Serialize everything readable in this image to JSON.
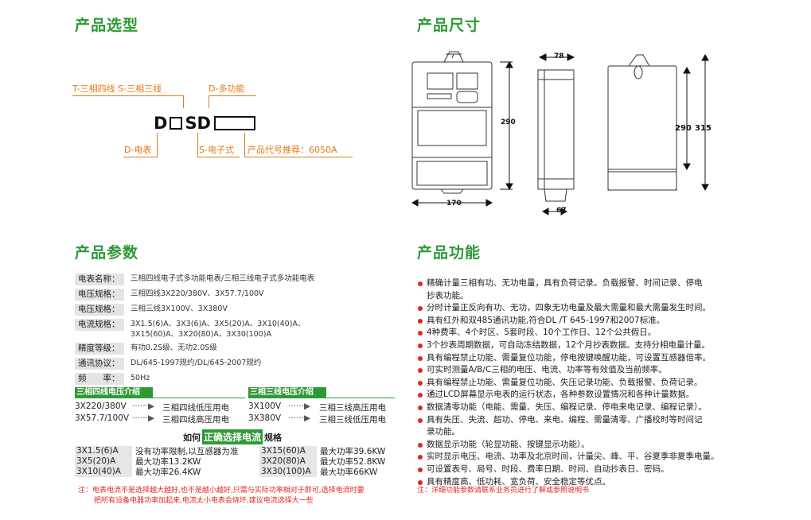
{
  "sections": {
    "selection": "产品选型",
    "dimensions": "产品尺寸",
    "params": "产品参数",
    "functions": "产品功能"
  },
  "model": {
    "wiring_label": "T-三相四线 S-三相三线",
    "multi_label": "D-多功能",
    "code_d1": "D",
    "code_sd": "SD",
    "meter_label": "D-电表",
    "electronic_label": "S-电子式",
    "recommend_label": "产品代号推荐：6050A"
  },
  "dims": {
    "depth_top": "78",
    "height": "290",
    "width": "170",
    "depth_bottom": "67",
    "height2": "290",
    "height3": "315"
  },
  "params": [
    {
      "key": "电表名称：",
      "val": "三相四线电子式多功能电表/三相三线电子式多功能电表"
    },
    {
      "key": "电压规格：",
      "val": "三相四线3X220/380V、3X57.7/100V"
    },
    {
      "key": "电压规格：",
      "val": "三相三线3X100V、3X380V"
    },
    {
      "key": "电流规格：",
      "val": "3X1.5(6)A、3X3(6)A、3X5(20)A、3X10(40)A、",
      "val2": "3X15(60)A、3X20(80)A、3X30(100)A"
    },
    {
      "key": "精度等级：",
      "val": "有功0.2S级、无功2.0S级"
    },
    {
      "key": "通讯协议：",
      "val": "DL/645-1997规约/DL/645-2007规约"
    },
    {
      "key": "频　　率：",
      "val": "50Hz"
    }
  ],
  "voltage_intro": {
    "four_wire_title": "三相四线电压介绍",
    "three_wire_title": "三相三线电压介绍",
    "r1_left_v": "3X220/380V",
    "r1_left_d": "三相四线低压用电",
    "r2_left_v": "3X57.7/100V",
    "r2_left_d": "三相四线高压用电",
    "r1_right_v": "3X100V",
    "r1_right_d": "三相三线高压用电",
    "r2_right_v": "3X380V",
    "r2_right_d": "三相三线低压用电"
  },
  "current_guide": {
    "pre": "如何",
    "highlight": "正确选择电流",
    "post": "规格",
    "rows": [
      {
        "spec": "3X1.5(6)A",
        "desc": "没有功率限制,以互感器为准",
        "spec2": "3X15(60)A",
        "desc2": "最大功率39.6KW"
      },
      {
        "spec": "3X5(20)A",
        "desc": "最大功率13.2KW",
        "spec2": "3X20(80)A",
        "desc2": "最大功率52.8KW"
      },
      {
        "spec": "3X10(40)A",
        "desc": "最大功率26.4KW",
        "spec2": "3X30(100)A",
        "desc2": "最大功率66KW"
      }
    ]
  },
  "notes": {
    "left1": "注：电表电流不是选择越大越好,也不是越小越好,只需与实际功率相对于即可,选择电流时要",
    "left2": "把所有设备电器功率加起来,电流太小电表会烧坏,建议电流选择大一些",
    "right": "注：洋细功能参数请联系业务员进行了解或参照说明书"
  },
  "functions": [
    "精确计量三相有功、无功电量，具有负荷记录。负载报警、时间记录、停电",
    "抄表功能。",
    "分时计量正反向有功、无功，四象无功电量及最大需量和最大需量发生时间。",
    "具有红外和双485通讯功能,符合DL /T 645-1997和2007标准。",
    "4种费率、4个时区、5套时段、10个工作日、12个公共假日。",
    "3个抄表周期数据，可自动冻结数据，12个月抄表数据。支持分相电量计量。",
    "具有编程禁止功能、需量复位功能，停电按键唤醒功能，可设置互感器倍率。",
    "可实时测量A/B/C三相的电压、电流、功率等有效值及当前频率。",
    "具有编程禁止功能、需量复位功能、失压记录功能、负载报警、负荷记录。",
    "通过LCD屏幕显示电表的运行状态，各种参数设置情况和各种计量数据。",
    "数据清零功能（电能、需量、失压、编程记录、停电来电记录、编程记录）。",
    "具有失压、失流、超功、停电、来电、编程、需量清零、广播校时等时间记",
    "录功能。",
    "数据显示功能（轮显功能、按键显示功能）。",
    "实时显示电压、电流、功率及北京时间，计量尖、峰、平、谷夏季非夏季电量。",
    "可设置表号、局号、时段、费率日期、时间、自动抄表日、密码。",
    "具有精度高、低功耗、宽负荷、安全稳定等优点。"
  ]
}
